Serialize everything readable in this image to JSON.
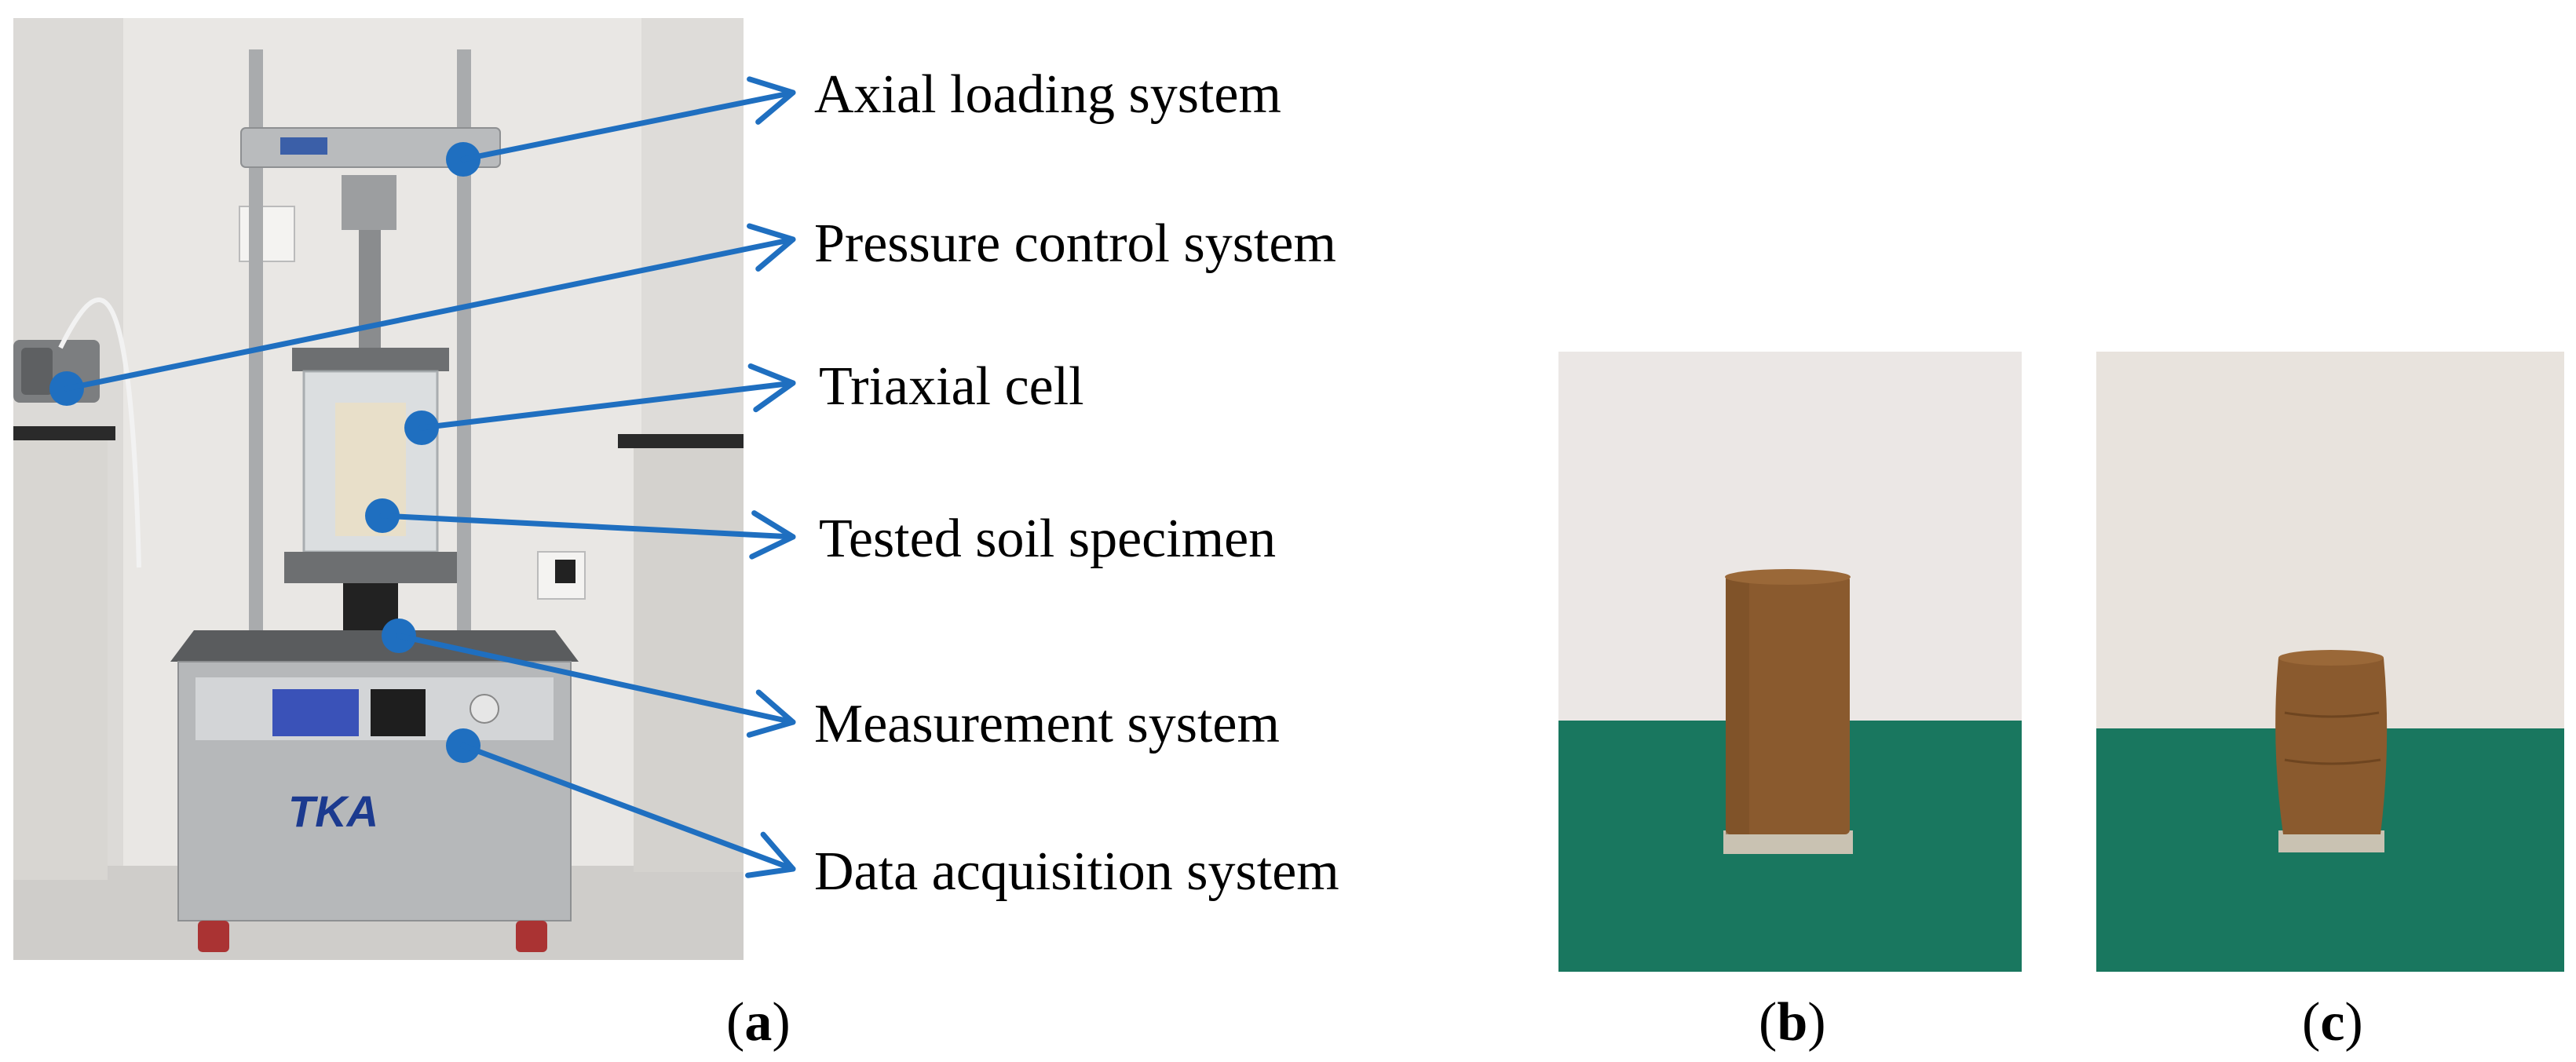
{
  "callouts": [
    "Axial loading system",
    "Pressure control system",
    "Triaxial cell",
    "Tested soil specimen",
    "Measurement system",
    "Data acquisition system"
  ],
  "captions": {
    "a": "a",
    "b": "b",
    "c": "c"
  },
  "photo_brand": "TKA",
  "colors": {
    "arrow": "#1f6fc0",
    "wall": "#ece9e6",
    "floor_green": "#19775f",
    "soil": "#8a5a2e"
  }
}
